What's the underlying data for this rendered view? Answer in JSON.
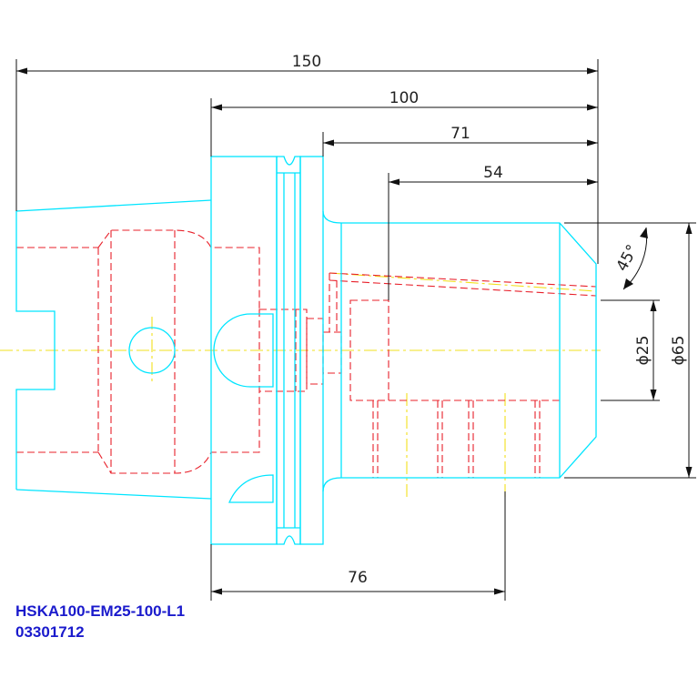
{
  "drawing": {
    "dimensions": {
      "overall_length": "150",
      "flange_to_end": "100",
      "body_length": "71",
      "clamp_length": "54",
      "gauge_length": "76",
      "chamfer_angle": "45°",
      "bore_diameter": "ϕ25",
      "outer_diameter": "ϕ65"
    },
    "colors": {
      "outline": "#00e5ff",
      "hidden": "#e8202a",
      "centerline": "#f2e01c",
      "dimension": "#111111",
      "caption": "#1a1acc"
    }
  },
  "caption": {
    "part_code": "HSKA100-EM25-100-L1",
    "part_number": "03301712"
  }
}
